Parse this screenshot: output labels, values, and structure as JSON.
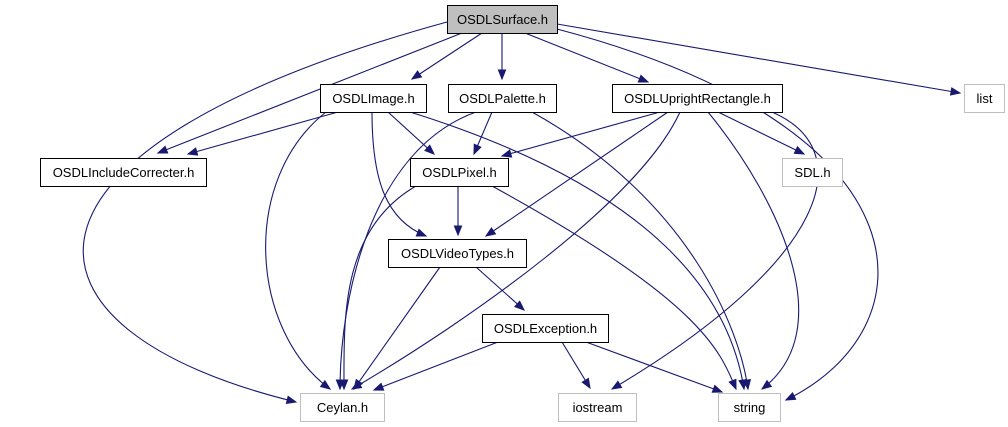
{
  "colors": {
    "edge": "#191970",
    "root_fill": "#bfbfbf",
    "node_fill": "#ffffff",
    "node_border": "#000000",
    "external_border": "#bfbfbf"
  },
  "nodes": [
    {
      "id": "osdlsurface",
      "label": "OSDLSurface.h",
      "kind": "root"
    },
    {
      "id": "osdlimage",
      "label": "OSDLImage.h",
      "kind": "local"
    },
    {
      "id": "osdlpalette",
      "label": "OSDLPalette.h",
      "kind": "local"
    },
    {
      "id": "osdluprightrectangle",
      "label": "OSDLUprightRectangle.h",
      "kind": "local"
    },
    {
      "id": "list",
      "label": "list",
      "kind": "external"
    },
    {
      "id": "osdlincludecorrecter",
      "label": "OSDLIncludeCorrecter.h",
      "kind": "local"
    },
    {
      "id": "osdlpixel",
      "label": "OSDLPixel.h",
      "kind": "local"
    },
    {
      "id": "sdl",
      "label": "SDL.h",
      "kind": "external"
    },
    {
      "id": "osdlvideotypes",
      "label": "OSDLVideoTypes.h",
      "kind": "local"
    },
    {
      "id": "osdlexception",
      "label": "OSDLException.h",
      "kind": "local"
    },
    {
      "id": "ceylan",
      "label": "Ceylan.h",
      "kind": "external"
    },
    {
      "id": "iostream",
      "label": "iostream",
      "kind": "external"
    },
    {
      "id": "string",
      "label": "string",
      "kind": "external"
    }
  ],
  "edges": [
    [
      "osdlsurface",
      "osdlimage"
    ],
    [
      "osdlsurface",
      "osdlpalette"
    ],
    [
      "osdlsurface",
      "osdluprightrectangle"
    ],
    [
      "osdlsurface",
      "list"
    ],
    [
      "osdlsurface",
      "osdlincludecorrecter"
    ],
    [
      "osdlsurface",
      "ceylan"
    ],
    [
      "osdlsurface",
      "string"
    ],
    [
      "osdlimage",
      "osdlincludecorrecter"
    ],
    [
      "osdlimage",
      "osdlpixel"
    ],
    [
      "osdlimage",
      "osdlvideotypes"
    ],
    [
      "osdlimage",
      "ceylan"
    ],
    [
      "osdlimage",
      "string"
    ],
    [
      "osdlpalette",
      "osdlpixel"
    ],
    [
      "osdlpalette",
      "ceylan"
    ],
    [
      "osdlpalette",
      "string"
    ],
    [
      "osdluprightrectangle",
      "osdlpixel"
    ],
    [
      "osdluprightrectangle",
      "osdlvideotypes"
    ],
    [
      "osdluprightrectangle",
      "sdl"
    ],
    [
      "osdluprightrectangle",
      "ceylan"
    ],
    [
      "osdluprightrectangle",
      "iostream"
    ],
    [
      "osdluprightrectangle",
      "string"
    ],
    [
      "osdlpixel",
      "osdlvideotypes"
    ],
    [
      "osdlpixel",
      "ceylan"
    ],
    [
      "osdlpixel",
      "string"
    ],
    [
      "osdlvideotypes",
      "osdlexception"
    ],
    [
      "osdlvideotypes",
      "ceylan"
    ],
    [
      "osdlexception",
      "ceylan"
    ],
    [
      "osdlexception",
      "iostream"
    ],
    [
      "osdlexception",
      "string"
    ]
  ]
}
